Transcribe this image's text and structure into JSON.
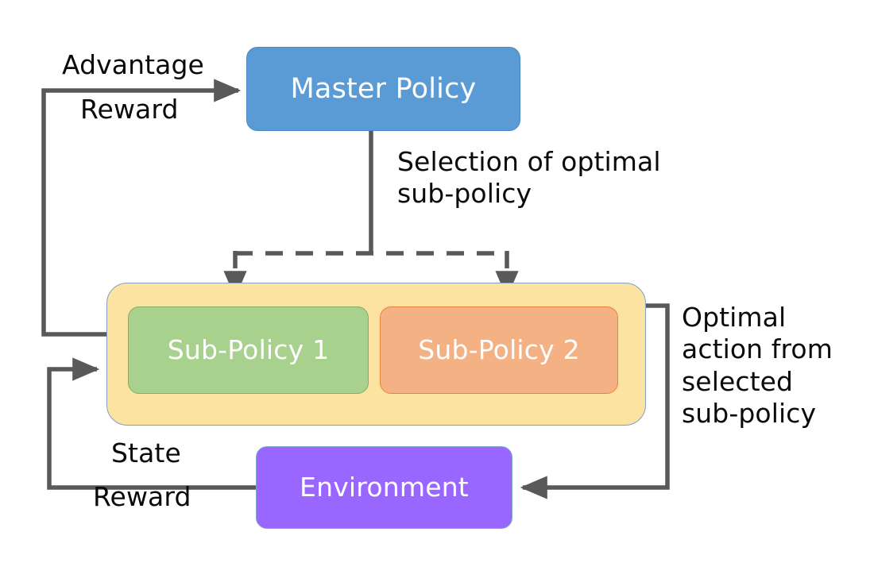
{
  "diagram": {
    "title": "Hierarchical reinforcement learning master/sub-policy architecture",
    "background": "#FFFFFF",
    "nodes": {
      "master_policy": {
        "label": "Master Policy",
        "color": "#5B9BD5",
        "text_color": "#FFFFFF"
      },
      "subpolicy_container": {
        "label": "",
        "color": "#FCE3A2",
        "border_color": "#7F9FC4"
      },
      "subpolicy_1": {
        "label": "Sub-Policy 1",
        "color": "#A9D18E",
        "text_color": "#FFFFFF"
      },
      "subpolicy_2": {
        "label": "Sub-Policy 2",
        "color": "#F4B183",
        "text_color": "#FFFFFF"
      },
      "environment": {
        "label": "Environment",
        "color": "#9966FF",
        "text_color": "#FFFFFF"
      }
    },
    "edge_labels": {
      "advantage": "Advantage",
      "reward_top": "Reward",
      "selection": "Selection of optimal\nsub-policy",
      "optimal_action": "Optimal\naction from\nselected\nsub-policy",
      "state": "State",
      "reward_bottom": "Reward"
    },
    "edges": {
      "arrow_color": "#595959",
      "items": [
        {
          "name": "subpolicy-to-master-feedback",
          "from": "subpolicy_container",
          "to": "master_policy",
          "style": "solid",
          "labels": [
            "Advantage",
            "Reward"
          ]
        },
        {
          "name": "master-to-subpolicies-selection",
          "from": "master_policy",
          "to": "subpolicy_container",
          "style": "solid-then-dashed",
          "labels": [
            "Selection of optimal sub-policy"
          ]
        },
        {
          "name": "subpolicies-to-environment-action",
          "from": "subpolicy_container",
          "to": "environment",
          "style": "solid",
          "labels": [
            "Optimal action from selected sub-policy"
          ]
        },
        {
          "name": "environment-to-subpolicies-state",
          "from": "environment",
          "to": "subpolicy_container",
          "style": "solid",
          "labels": [
            "State",
            "Reward"
          ]
        }
      ]
    }
  }
}
